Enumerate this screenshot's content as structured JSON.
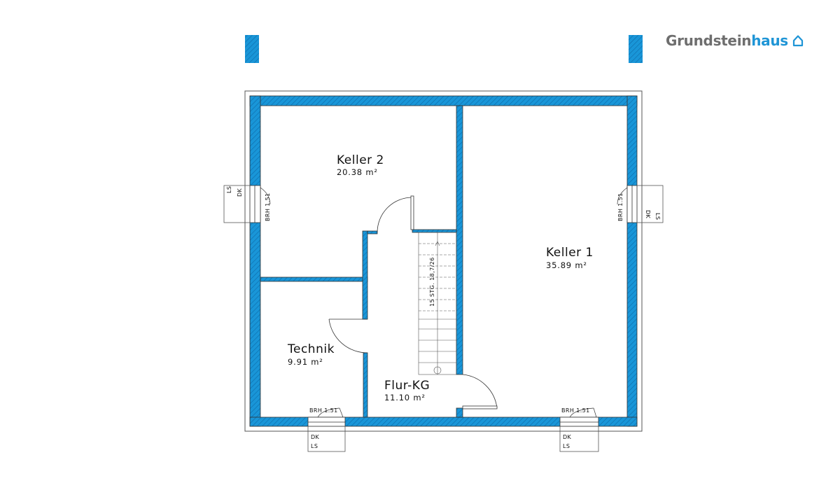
{
  "brand": {
    "name_part1": "Grundstein",
    "name_part2": "haus",
    "icon": "house-outline-icon",
    "accent_color": "#1f95d6",
    "grey_color": "#6e6e6e"
  },
  "colors": {
    "wall": "#1996d8",
    "line": "#333333"
  },
  "rooms": [
    {
      "name": "Keller 2",
      "area": "20.38 m²"
    },
    {
      "name": "Keller 1",
      "area": "35.89 m²"
    },
    {
      "name": "Technik",
      "area": "9.91 m²"
    },
    {
      "name": "Flur-KG",
      "area": "11.10 m²"
    }
  ],
  "stair": {
    "label": "15 STG. 18,7/26"
  },
  "windows": {
    "brh": "BRH 1.51",
    "dk": "DK",
    "ls": "LS"
  }
}
